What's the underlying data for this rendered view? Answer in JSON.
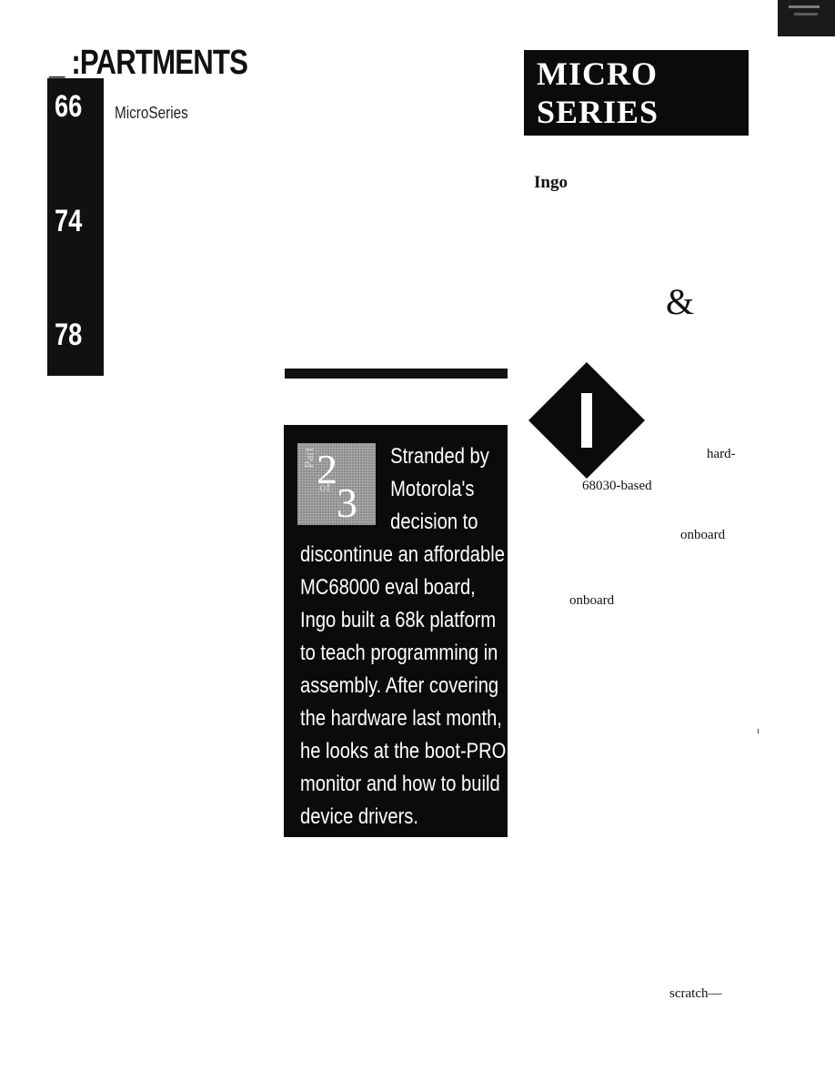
{
  "departments": {
    "header": "_ :PARTMENTS",
    "items": [
      {
        "number": "66",
        "label": "MicroSeries"
      },
      {
        "number": "74",
        "label": ""
      },
      {
        "number": "78",
        "label": ""
      }
    ]
  },
  "article": {
    "series_title_line1": "MICRO",
    "series_title_line2": "SERIES",
    "author_fragment": "Ingo",
    "ampersand": "&",
    "part": {
      "word": "Part",
      "number": "2",
      "of_word": "of",
      "total": "3"
    },
    "deck_lines": [
      "Stranded by",
      "Motorola's",
      "decision to",
      "discontinue an affordable",
      "MC68000 eval board,",
      "Ingo built a 68k platform",
      "to teach programming in",
      "assembly. After covering",
      "the hardware last month,",
      "he looks at the boot-PROM",
      "monitor and how to build",
      "device drivers."
    ],
    "drop_cap": "I",
    "body_fragments": [
      "hard-",
      "68030-based",
      "onboard",
      "onboard",
      "scratch—"
    ],
    "speck": "ı"
  }
}
